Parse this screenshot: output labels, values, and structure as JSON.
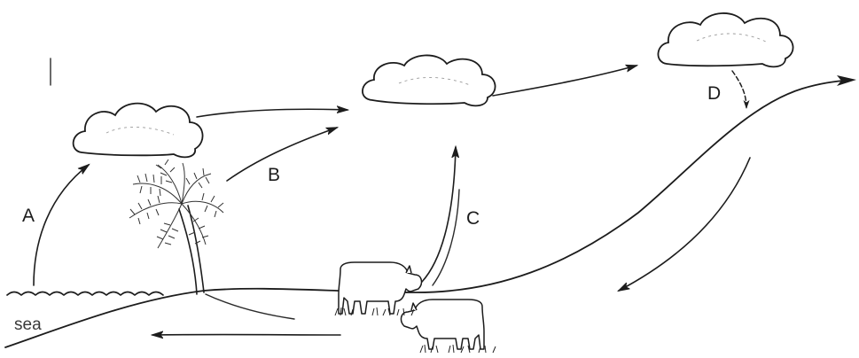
{
  "labels": {
    "a": "A",
    "b": "B",
    "c": "C",
    "d": "D",
    "sea": "sea"
  },
  "colors": {
    "ink": "#1c1c1c",
    "background": "#ffffff"
  },
  "icons": [
    "cloud-icon",
    "palm-tree-icon",
    "cow-icon",
    "wave-icon",
    "arrow-icon"
  ]
}
